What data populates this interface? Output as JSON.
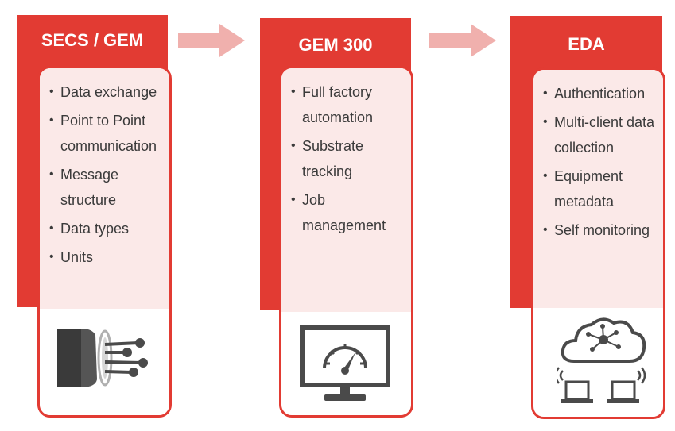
{
  "columns": [
    {
      "title": "SECS / GEM",
      "items": [
        "Data exchange",
        "Point to Point communication",
        "Message structure",
        "Data types",
        "Units"
      ]
    },
    {
      "title": "GEM 300",
      "items": [
        "Full factory automation",
        "Substrate tracking",
        "Job management"
      ]
    },
    {
      "title": "EDA",
      "items": [
        "Authentication",
        "Multi-client data collection",
        "Equipment metadata",
        "Self monitoring"
      ]
    }
  ],
  "colors": {
    "accent": "#e23b33",
    "card_fill": "#fbe9e8",
    "arrow": "#f0b0ad",
    "icon": "#4a4a4a"
  },
  "icons": [
    "fiber-optic-cable-icon",
    "monitor-gauge-icon",
    "cloud-network-laptops-icon"
  ]
}
